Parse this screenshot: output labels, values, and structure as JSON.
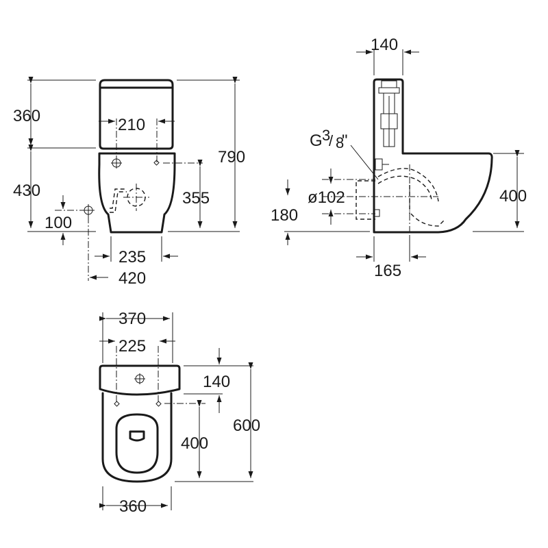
{
  "front_view": {
    "dim_tank_height": "360",
    "dim_total_height": "790",
    "dim_fixing_spacing": "210",
    "dim_bowl_height": "430",
    "dim_inlet_height": "355",
    "dim_outlet_height": "100",
    "dim_base_width": "235",
    "dim_outlet_offset": "420"
  },
  "side_view": {
    "dim_tank_depth": "140",
    "dim_seat_height": "400",
    "dim_outlet_diameter": "ø102",
    "dim_outlet_center_height": "180",
    "dim_foot_depth": "165",
    "thread_spec_base": "G",
    "thread_spec_num": "3",
    "thread_spec_den": "8",
    "thread_spec_unit": "\""
  },
  "top_view": {
    "dim_tank_width": "370",
    "dim_fixing_spacing": "225",
    "dim_tank_depth": "140",
    "dim_total_depth": "600",
    "dim_fixing_to_bowl": "400",
    "dim_bowl_width": "360"
  }
}
